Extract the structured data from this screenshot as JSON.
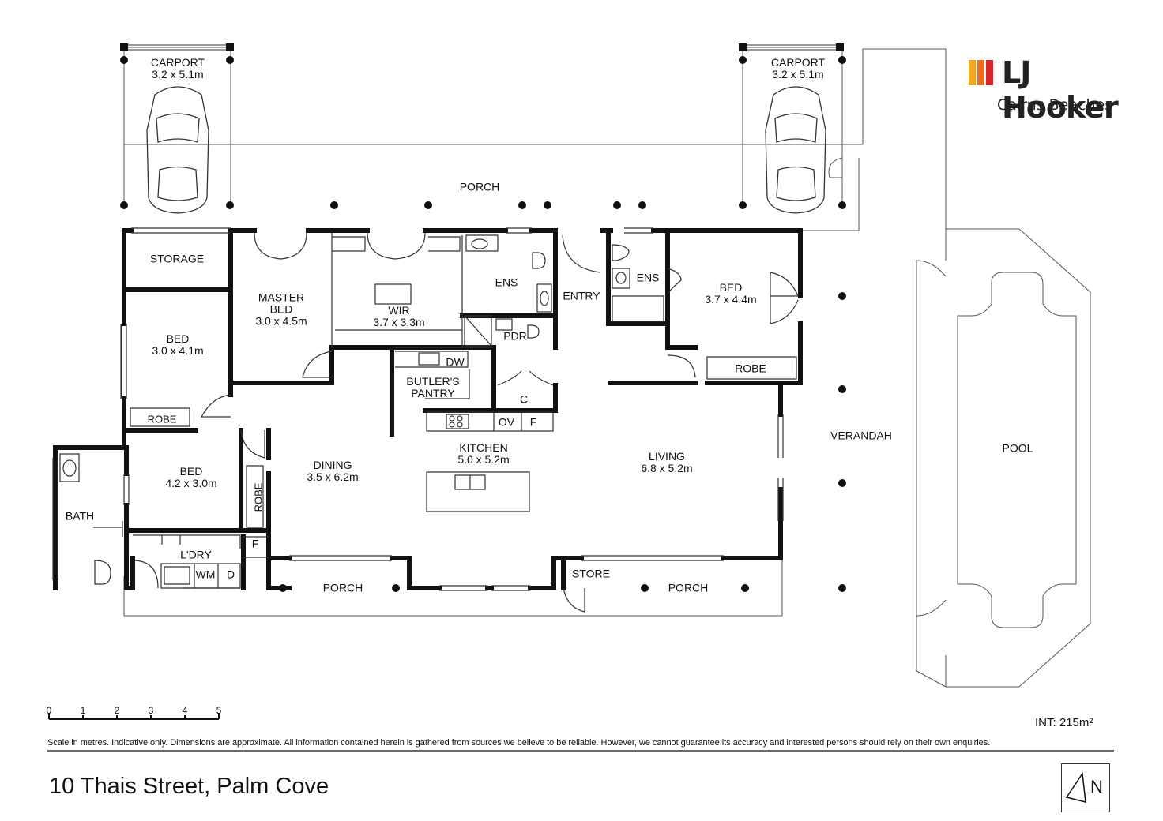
{
  "rooms": {
    "carport_left": {
      "name": "CARPORT",
      "dims": "3.2 x 5.1m"
    },
    "carport_right": {
      "name": "CARPORT",
      "dims": "3.2 x 5.1m"
    },
    "porch_top": "PORCH",
    "storage": "STORAGE",
    "master_bed": {
      "line1": "MASTER",
      "line2": "BED",
      "dims": "3.0 x 4.5m"
    },
    "wir": {
      "name": "WIR",
      "dims": "3.7 x 3.3m"
    },
    "ens_master": "ENS",
    "pdr": "PDR",
    "entry": "ENTRY",
    "ens_bed2": "ENS",
    "bed_right": {
      "name": "BED",
      "dims": "3.7 x 4.4m"
    },
    "robe_right": "ROBE",
    "bed_left_upper": {
      "name": "BED",
      "dims": "3.0 x 4.1m"
    },
    "robe_left_upper": "ROBE",
    "dw": "DW",
    "butlers_pantry": {
      "line1": "BUTLER'S",
      "line2": "PANTRY"
    },
    "c": "C",
    "ov": "OV",
    "f_kitchen": "F",
    "kitchen": {
      "name": "KITCHEN",
      "dims": "5.0 x 5.2m"
    },
    "dining": {
      "name": "DINING",
      "dims": "3.5 x 6.2m"
    },
    "living": {
      "name": "LIVING",
      "dims": "6.8 x 5.2m"
    },
    "verandah": "VERANDAH",
    "pool": "POOL",
    "bed_left_lower": {
      "name": "BED",
      "dims": "4.2 x 3.0m"
    },
    "robe_left_lower": "ROBE",
    "bath": "BATH",
    "ldry": "L'DRY",
    "f_ldry": "F",
    "wm": "WM",
    "d": "D",
    "porch_bottom_left": "PORCH",
    "store": "STORE",
    "porch_bottom_right": "PORCH"
  },
  "brand": {
    "name": "LJ Hooker",
    "office": "Cairns Beaches",
    "colors": [
      "#f5a623",
      "#ef6c1f",
      "#d7262c"
    ]
  },
  "scale": {
    "ticks": [
      "0",
      "1",
      "2",
      "3",
      "4",
      "5"
    ]
  },
  "internal_area": "INT: 215m²",
  "disclaimer": "Scale in metres. Indicative only. Dimensions are approximate. All information contained herein is gathered from sources we believe to be reliable. However, we cannot guarantee its accuracy and interested persons should rely on their own enquiries.",
  "address": "10 Thais Street, Palm Cove",
  "compass": {
    "label": "N",
    "icon": "north-arrow-icon"
  }
}
